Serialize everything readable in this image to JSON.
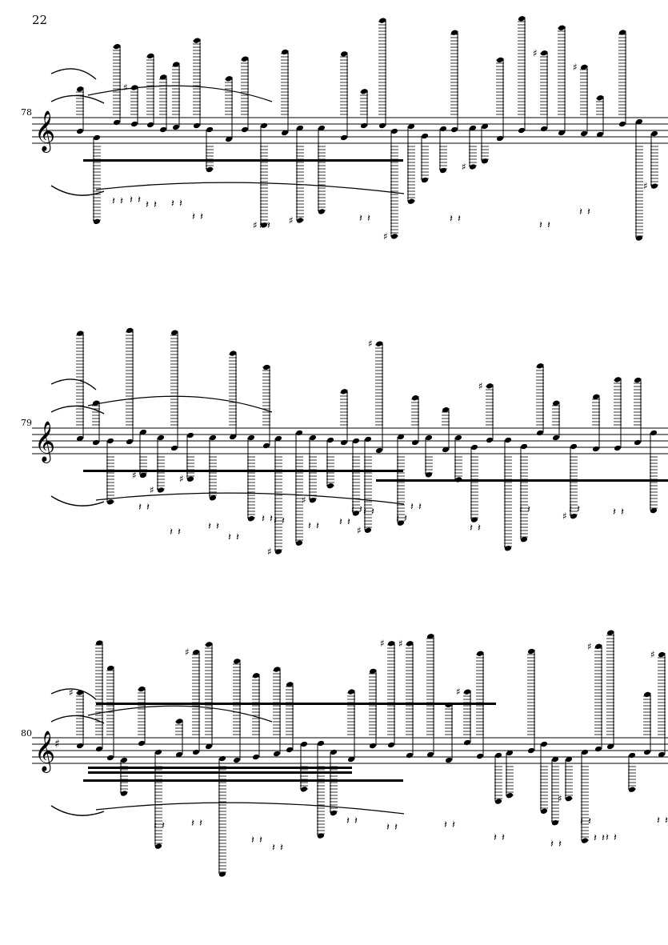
{
  "page": {
    "page_number": "22"
  },
  "systems": [
    {
      "measure_number": "78"
    },
    {
      "measure_number": "79"
    },
    {
      "measure_number": "80"
    }
  ],
  "clef": "treble-clef",
  "key_signatures": [
    "C major (none)",
    "C major (none)",
    "one sharp (F#)"
  ],
  "colors": {
    "ink": "#000000",
    "paper": "#ffffff"
  }
}
